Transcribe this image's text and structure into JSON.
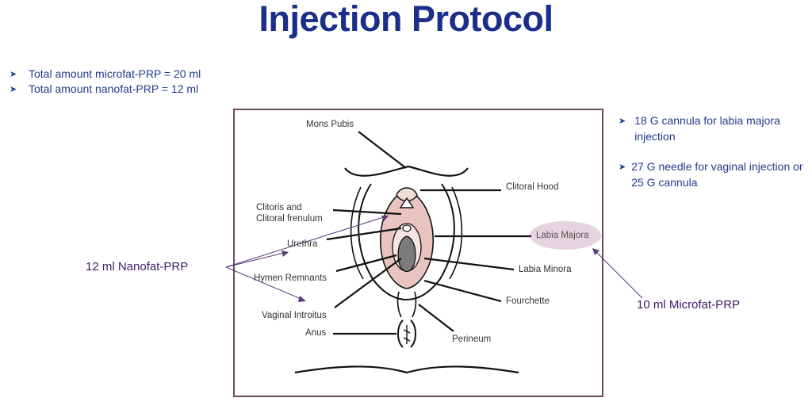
{
  "title": "Injection Protocol",
  "left_bullets": [
    "Total amount microfat-PRP = 20 ml",
    "Total amount nanofat-PRP = 12 ml"
  ],
  "right_bullets": [
    "18 G cannula for labia majora injection",
    "27 G needle for vaginal injection or 25 G cannula"
  ],
  "diagram": {
    "labels": {
      "mons_pubis": "Mons Pubis",
      "clitoral_hood": "Clitoral Hood",
      "clitoris_1": "Clitoris and",
      "clitoris_2": "Clitoral frenulum",
      "urethra": "Urethra",
      "labia_majora": "Labia Majora",
      "hymen": "Hymen Remnants",
      "labia_minora": "Labia Minora",
      "fourchette": "Fourchette",
      "vaginal": "Vaginal Introitus",
      "anus": "Anus",
      "perineum": "Perineum"
    },
    "nanofat": "12 ml Nanofat-PRP",
    "microfat": "10 ml Microfat-PRP"
  },
  "colors": {
    "title": "#1a2e8a",
    "bullet_text": "#1f3a8c",
    "annotation": "#3d1a6b",
    "highlight": "#e6d3dd",
    "tissue": "#e8c4c0"
  }
}
